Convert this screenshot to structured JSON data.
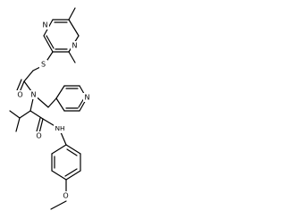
{
  "molecule": {
    "atoms": {
      "n_pyrimidine_top": "N",
      "n_pyrimidine_bottom": "N",
      "s_thioether": "S",
      "o_amide_top": "O",
      "n_tertiary_amide": "N",
      "n_pyridine": "N",
      "o_amide_bottom": "O",
      "nh_amide": "NH",
      "o_methoxy": "O"
    },
    "colors": {
      "bond": "#000000",
      "text": "#000000",
      "background": "#ffffff"
    }
  }
}
